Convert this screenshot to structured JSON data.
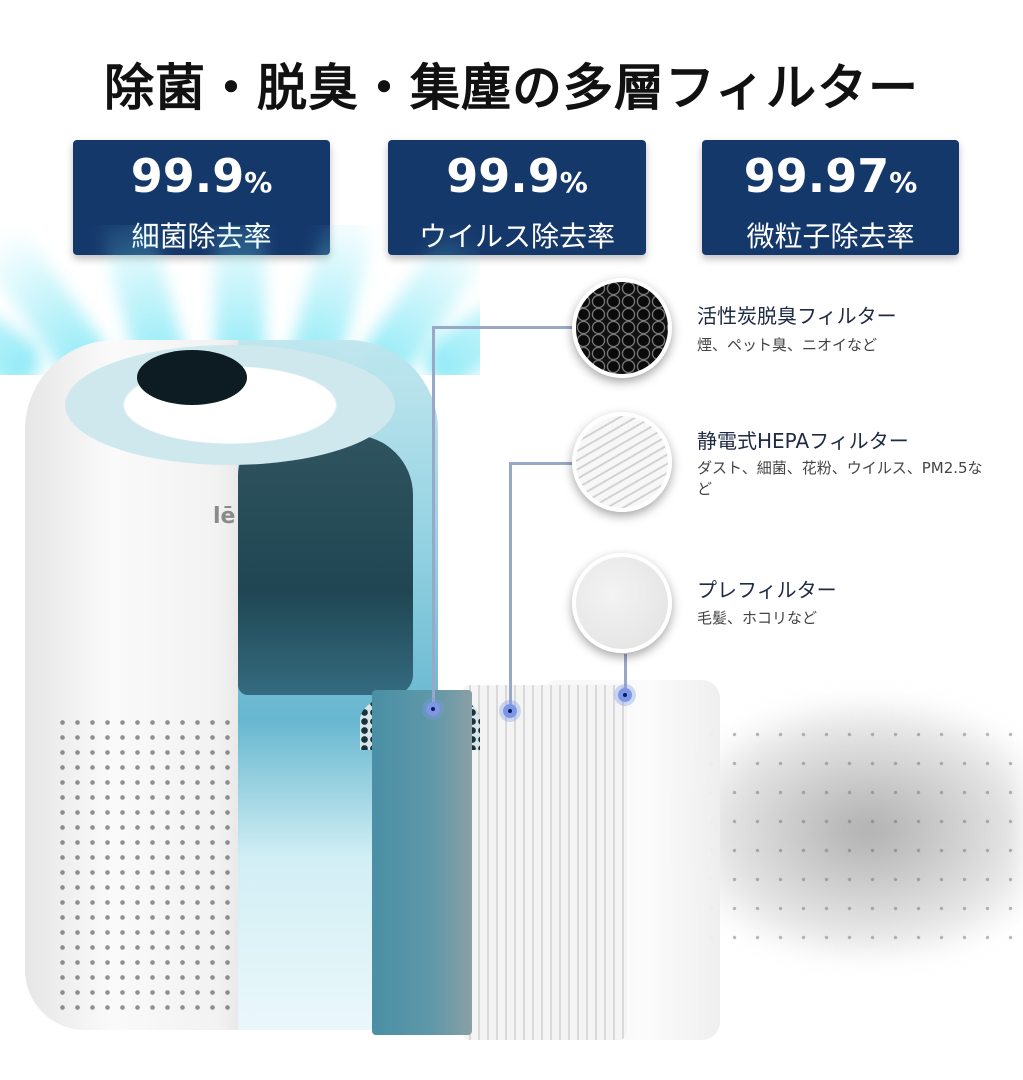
{
  "header": {
    "title": "除菌・脱臭・集塵の多層フィルター"
  },
  "stats": [
    {
      "value": "99.9",
      "unit": "%",
      "label": "細菌除去率"
    },
    {
      "value": "99.9",
      "unit": "%",
      "label": "ウイルス除去率"
    },
    {
      "value": "99.97",
      "unit": "%",
      "label": "微粒子除去率"
    }
  ],
  "product": {
    "logo_text": "lē"
  },
  "filters": [
    {
      "name": "活性炭脱臭フィルター",
      "description": "煙、ペット臭、ニオイなど",
      "swatch_icon": "honeycomb-carbon-texture"
    },
    {
      "name": "静電式HEPAフィルター",
      "description": "ダスト、細菌、花粉、ウイルス、PM2.5など",
      "swatch_icon": "pleated-hepa-texture"
    },
    {
      "name": "プレフィルター",
      "description": "毛髪、ホコリなど",
      "swatch_icon": "fiber-prefilter-texture"
    }
  ],
  "colors": {
    "stat_box_bg": "#15386b",
    "connector_line": "#9aa8c8",
    "connector_dot": "#7d97e6",
    "air_ray": "#8ee6f2"
  }
}
